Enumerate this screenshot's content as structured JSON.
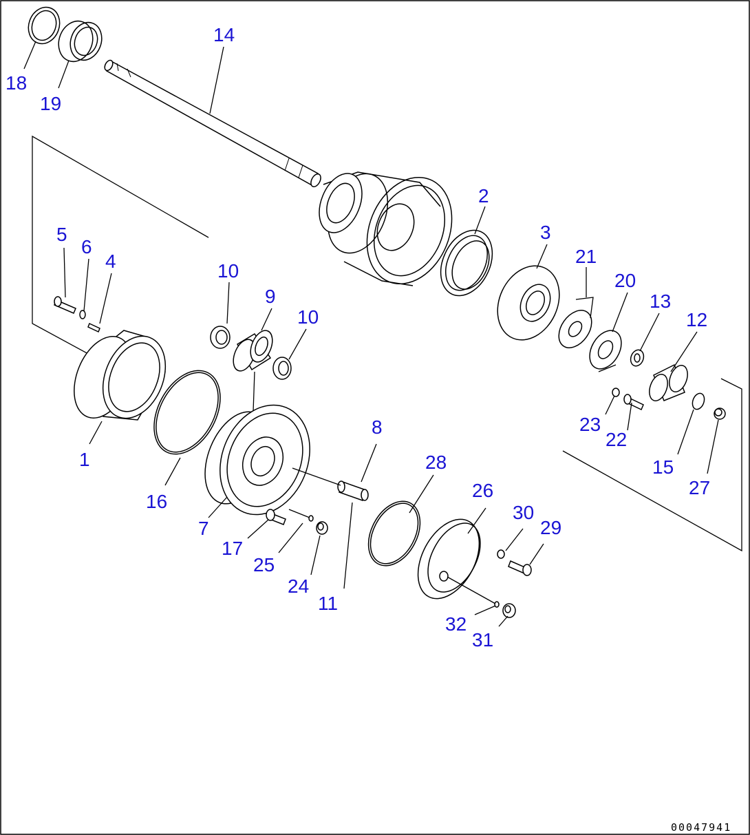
{
  "diagram": {
    "figure_number": "00047941",
    "callouts": [
      {
        "id": "18",
        "text": "18"
      },
      {
        "id": "19",
        "text": "19"
      },
      {
        "id": "14",
        "text": "14"
      },
      {
        "id": "2",
        "text": "2"
      },
      {
        "id": "3",
        "text": "3"
      },
      {
        "id": "21",
        "text": "21"
      },
      {
        "id": "20",
        "text": "20"
      },
      {
        "id": "13",
        "text": "13"
      },
      {
        "id": "12",
        "text": "12"
      },
      {
        "id": "5",
        "text": "5"
      },
      {
        "id": "6",
        "text": "6"
      },
      {
        "id": "4",
        "text": "4"
      },
      {
        "id": "10a",
        "text": "10"
      },
      {
        "id": "9",
        "text": "9"
      },
      {
        "id": "10b",
        "text": "10"
      },
      {
        "id": "1",
        "text": "1"
      },
      {
        "id": "16",
        "text": "16"
      },
      {
        "id": "7",
        "text": "7"
      },
      {
        "id": "8",
        "text": "8"
      },
      {
        "id": "28",
        "text": "28"
      },
      {
        "id": "26",
        "text": "26"
      },
      {
        "id": "30",
        "text": "30"
      },
      {
        "id": "29",
        "text": "29"
      },
      {
        "id": "17",
        "text": "17"
      },
      {
        "id": "25",
        "text": "25"
      },
      {
        "id": "24",
        "text": "24"
      },
      {
        "id": "11",
        "text": "11"
      },
      {
        "id": "32",
        "text": "32"
      },
      {
        "id": "31",
        "text": "31"
      },
      {
        "id": "23",
        "text": "23"
      },
      {
        "id": "22",
        "text": "22"
      },
      {
        "id": "15",
        "text": "15"
      },
      {
        "id": "27",
        "text": "27"
      }
    ]
  }
}
